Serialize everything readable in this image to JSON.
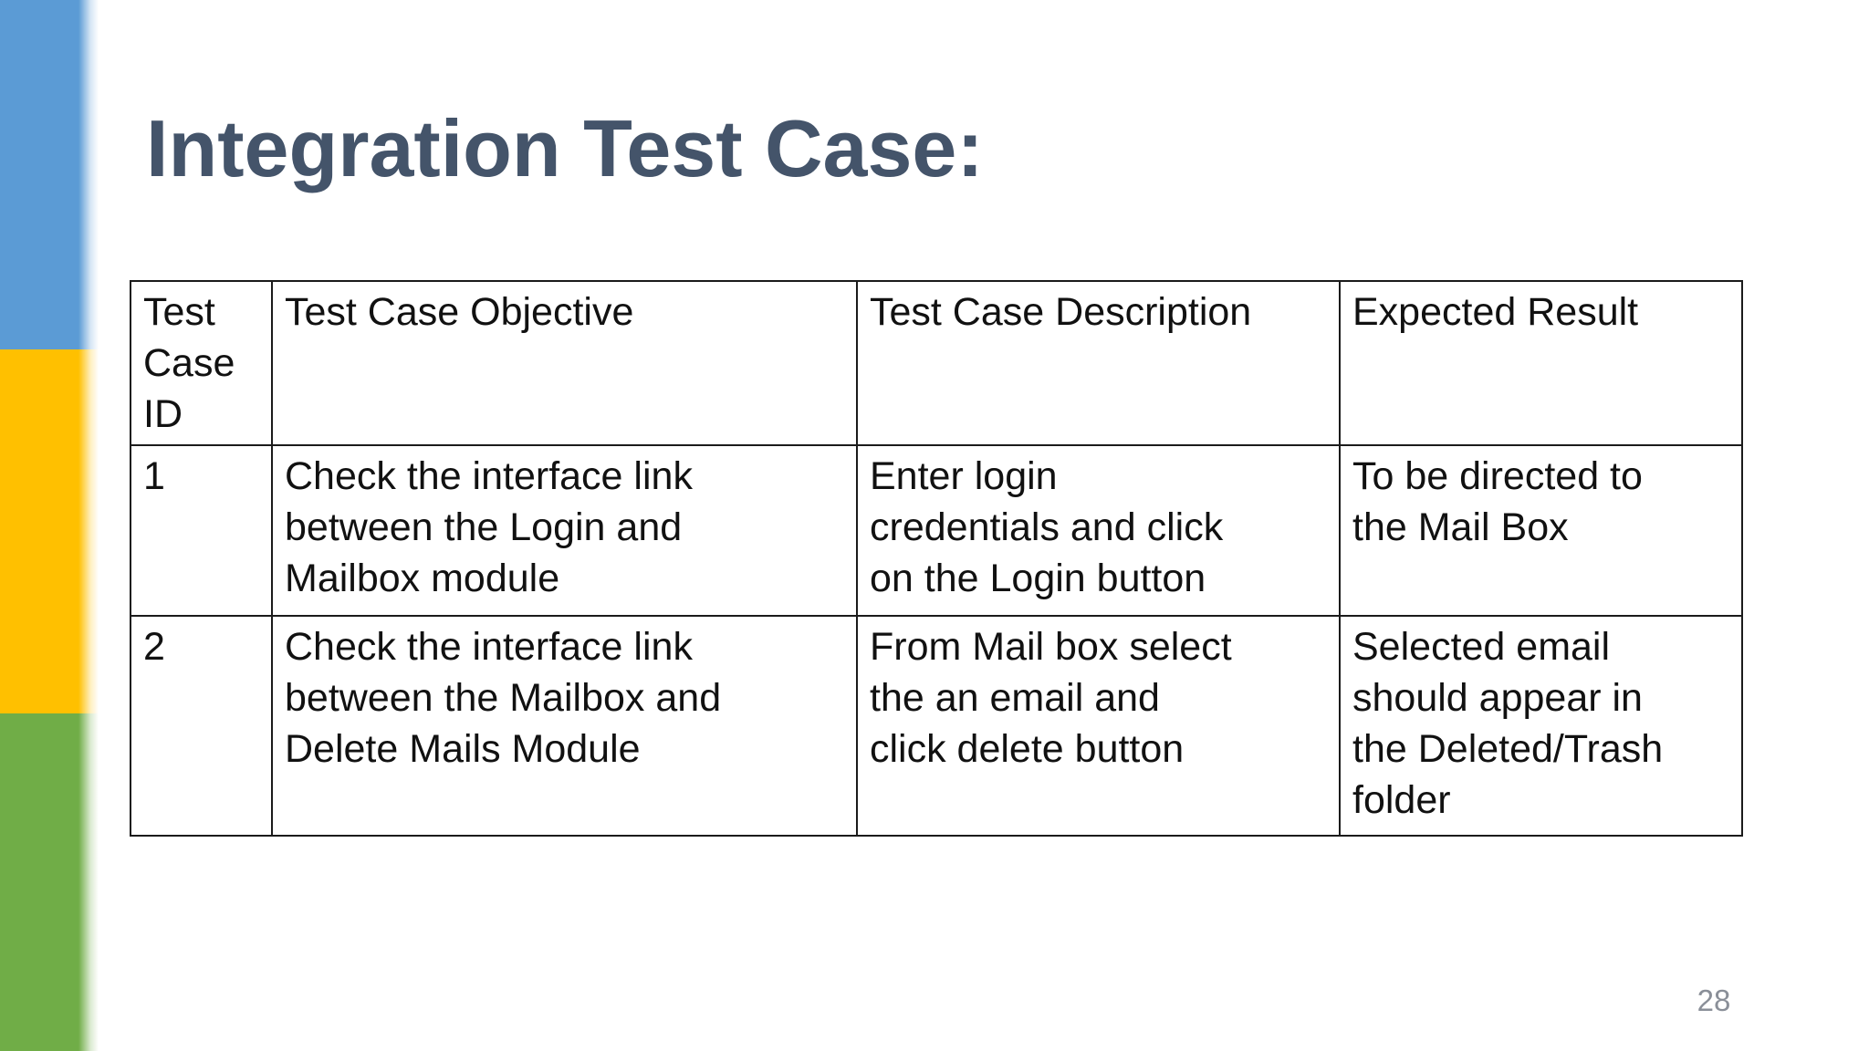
{
  "slide": {
    "title": "Integration Test Case:",
    "page_number": "28",
    "colors": {
      "title_text": "#44546a",
      "accent_blue": "#5b9bd5",
      "accent_yellow": "#ffc000",
      "accent_green": "#70ad47",
      "table_border": "#1b1b1b",
      "body_text": "#111111",
      "page_number_text": "#8a8f98",
      "background": "#ffffff"
    }
  },
  "table": {
    "headers": [
      "Test\nCase\nID",
      "Test Case Objective",
      "Test Case Description",
      "Expected Result"
    ],
    "rows": [
      {
        "cells": [
          "1",
          "Check the interface link\nbetween the Login and\nMailbox module",
          "Enter login\ncredentials and click\non the Login button",
          "To be directed to\nthe Mail Box"
        ]
      },
      {
        "cells": [
          "2",
          "Check the interface link\nbetween the Mailbox and\nDelete Mails Module",
          "From Mail box select\nthe an email and\nclick delete button",
          "Selected email\nshould appear in\nthe Deleted/Trash\nfolder"
        ]
      }
    ]
  }
}
